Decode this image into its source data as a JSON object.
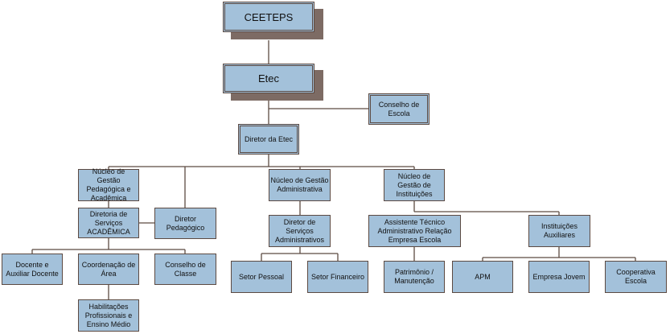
{
  "org_chart": {
    "ceeteps": "CEETEPS",
    "etec": "Etec",
    "conselho_escola": "Conselho de Escola",
    "diretor_etec": "Diretor da Etec",
    "nucleo_pedagogica": "Núcleo de Gestão Pedagógica e Acadêmica",
    "diretoria_academica": "Diretoria de Serviços ACADÊMICA",
    "diretor_pedagogico": "Diretor Pedagógico",
    "docente": "Docente e Auxiliar Docente",
    "coordenacao": "Coordenação de Área",
    "conselho_classe": "Conselho de Classe",
    "habilitacoes": "Habilitações Profissionais e Ensino Médio",
    "nucleo_administrativa": "Núcleo de Gestão Administrativa",
    "diretor_servicos_adm": "Diretor de Serviços Administrativos",
    "setor_pessoal": "Setor Pessoal",
    "setor_financeiro": "Setor Financeiro",
    "nucleo_instituicoes": "Núcleo de Gestão de Instituições",
    "assistente_tecnico": "Assistente Técnico Administrativo Relação Empresa Escola",
    "patrimonio": "Patrimônio / Manutenção",
    "instituicoes_auxiliares": "Instituições Auxiliares",
    "apm": "APM",
    "empresa_jovem": "Empresa Jovem",
    "cooperativa": "Cooperativa Escola"
  }
}
